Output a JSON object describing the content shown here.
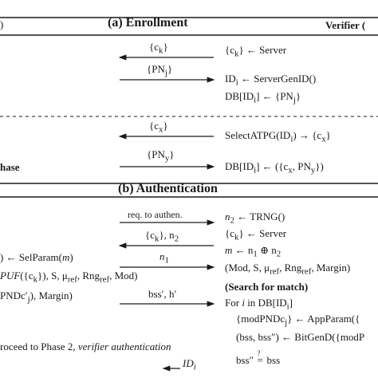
{
  "enrollment": {
    "title": "(a) Enrollment",
    "left_header_fragment": ")",
    "verifier_header": "Verifier (",
    "msg_ck": "{c",
    "msg_ck_sub": "k",
    "msg_ck_end": "}",
    "msg_pnj": "{PN",
    "msg_pnj_sub": "j",
    "msg_pnj_end": "}",
    "v_line1": "{c",
    "v_line1_sub": "k",
    "v_line1_end": "} ← Server",
    "v_line2": "ID",
    "v_line2_sub": "i",
    "v_line2_end": " ← ServerGenID()",
    "v_line3": "DB[ID",
    "v_line3_sub": "i",
    "v_line3_mid": "] ← {PN",
    "v_line3_sub2": "j",
    "v_line3_end": "}",
    "msg_cx": "{c",
    "msg_cx_sub": "x",
    "msg_cx_end": "}",
    "msg_pny": "{PN",
    "msg_pny_sub": "y",
    "msg_pny_end": "}",
    "v_line4": "SelectATPG(ID",
    "v_line4_sub": "i",
    "v_line4_end": ") → {c",
    "v_line4_sub2": "x",
    "v_line4_end2": "}",
    "v_line5": "DB[ID",
    "v_line5_sub": "i",
    "v_line5_mid": "] ← ({c",
    "v_line5_sub2": "x",
    "v_line5_mid2": ", PN",
    "v_line5_sub3": "y",
    "v_line5_end": "})",
    "phase_fragment": "hase"
  },
  "authentication": {
    "title": "(b) Authentication",
    "msg_req": "req. to authen.",
    "msg_ck_n2": "{c",
    "msg_ck_n2_sub": "k",
    "msg_ck_n2_mid": "}, n",
    "msg_ck_n2_sub2": "2",
    "msg_n1": "n",
    "msg_n1_sub": "1",
    "msg_bss": "bss′, h′",
    "left_line1": ") ← SelParam(",
    "left_line1_m": "m",
    "left_line1_end": ")",
    "left_line2a": "PUF",
    "left_line2b": "({c",
    "left_line2_sub": "k",
    "left_line2c": "}), S, μ",
    "left_line2_sub2": "ref",
    "left_line2d": ", Rng",
    "left_line2_sub3": "ref",
    "left_line2e": ", Mod)",
    "left_line3a": "PNDc′",
    "left_line3_sub": "j",
    "left_line3b": "), Margin)",
    "v_n2": "n",
    "v_n2_sub": "2",
    "v_n2_end": " ← TRNG()",
    "v_ck": "{c",
    "v_ck_sub": "k",
    "v_ck_end": "} ← Server",
    "v_m_a": "m",
    "v_m_b": " ← n",
    "v_m_sub1": "1",
    "v_m_c": " ⊕ n",
    "v_m_sub2": "2",
    "v_mod_a": "(Mod, S, μ",
    "v_mod_sub1": "ref",
    "v_mod_b": ", Rng",
    "v_mod_sub2": "ref",
    "v_mod_c": ", Margin)",
    "v_search": "(Search for match)",
    "v_for_a": "For ",
    "v_for_i": "i",
    "v_for_b": " in DB[ID",
    "v_for_sub": "i",
    "v_for_c": "]",
    "v_app_a": "{modPNDc",
    "v_app_sub": "j",
    "v_app_b": "} ← AppParam({",
    "v_bit_a": "(bss, bss″) ← BitGenD({modP",
    "v_cmp_a": "bss″ ",
    "v_cmp_q": "?",
    "v_cmp_eq": "=",
    "v_cmp_b": " bss",
    "bottom_note_a": "roceed to Phase 2, ",
    "bottom_note_b": "verifier authentication",
    "bottom_id": "ID",
    "bottom_id_sub": "i"
  }
}
